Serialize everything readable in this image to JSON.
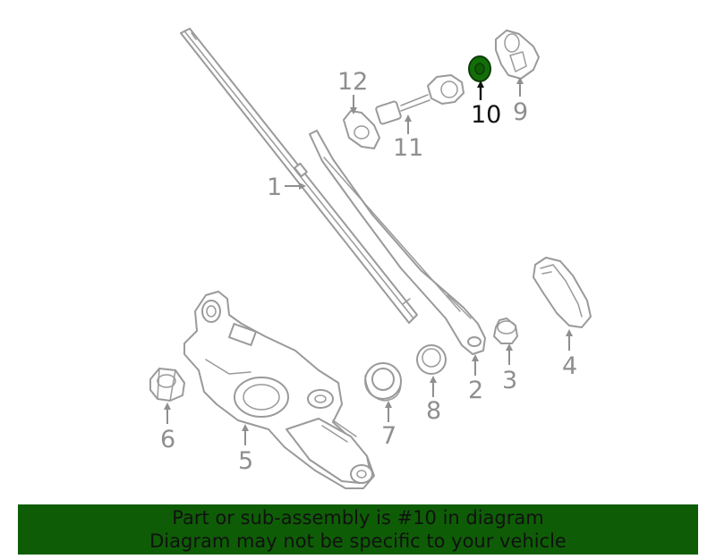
{
  "colors": {
    "banner_bg": "#0e5d06",
    "highlight_fill": "#136e0a",
    "line_gray": "#9a9a9a",
    "callout_gray": "#8f8f8f",
    "highlight_text": "#111111"
  },
  "highlighted_part": "10",
  "callouts": [
    {
      "id": "c1",
      "label": "1"
    },
    {
      "id": "c2",
      "label": "2"
    },
    {
      "id": "c3",
      "label": "3"
    },
    {
      "id": "c4",
      "label": "4"
    },
    {
      "id": "c5",
      "label": "5"
    },
    {
      "id": "c6",
      "label": "6"
    },
    {
      "id": "c7",
      "label": "7"
    },
    {
      "id": "c8",
      "label": "8"
    },
    {
      "id": "c9",
      "label": "9"
    },
    {
      "id": "c10",
      "label": "10"
    },
    {
      "id": "c11",
      "label": "11"
    },
    {
      "id": "c12",
      "label": "12"
    }
  ],
  "banner": {
    "line1": "Part or sub-assembly is #10 in diagram",
    "line2": "Diagram may not be specific to your vehicle"
  }
}
